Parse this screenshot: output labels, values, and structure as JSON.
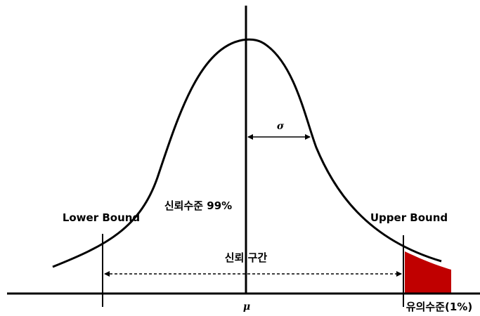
{
  "labels": {
    "sigma": "σ",
    "mu": "μ",
    "lower_bound": "Lower Bound",
    "upper_bound": "Upper Bound",
    "confidence_level": "신뢰수준 99%",
    "confidence_interval": "신뢰 구간",
    "significance_level": "유의수준(1%)"
  },
  "colors": {
    "curve": "#000000",
    "tail_fill": "#c00000",
    "background": "#ffffff"
  }
}
